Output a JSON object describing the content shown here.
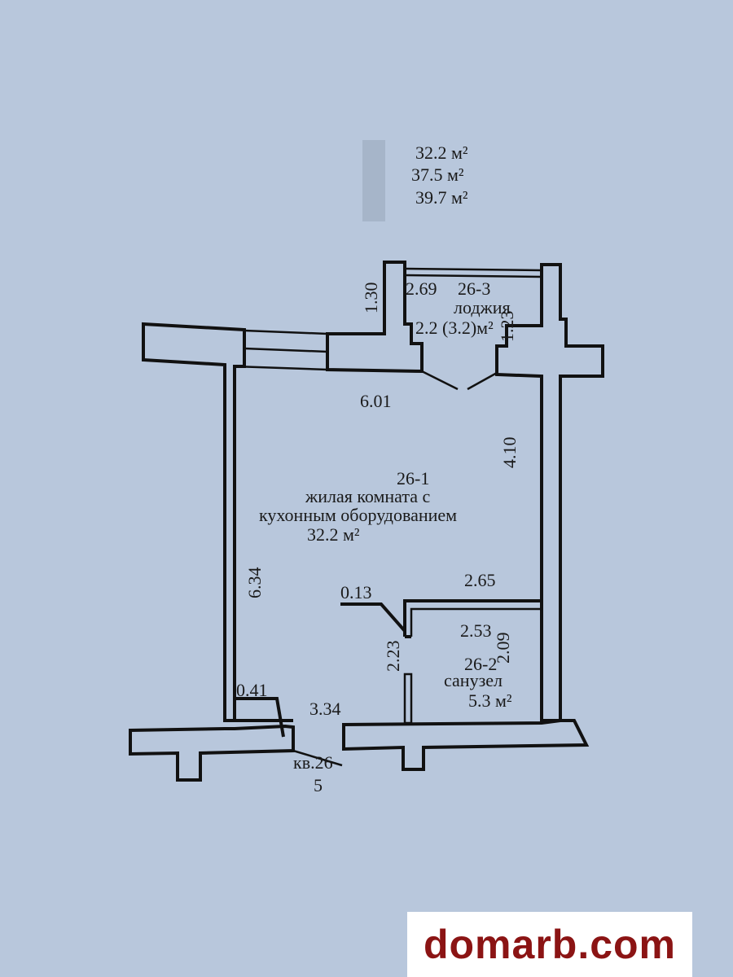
{
  "areas": {
    "living": "32.2 м²",
    "total": "37.5 м²",
    "total_with_loggia": "39.7 м²"
  },
  "loggia": {
    "dim_width": "2.69",
    "id": "26-3",
    "name": "лоджия",
    "area": "2.2 (3.2)м²",
    "dim_left": "1.30",
    "dim_right": "1.23"
  },
  "room": {
    "dim_top": "6.01",
    "dim_right": "4.10",
    "dim_left": "6.34",
    "id": "26-1",
    "name_line1": "жилая комната с",
    "name_line2": "кухонным оборудованием",
    "area": "32.2 м²"
  },
  "bathroom": {
    "dim_top_outer": "2.65",
    "dim_wall": "0.13",
    "dim_top": "2.53",
    "dim_right": "2.09",
    "dim_left": "2.23",
    "id": "26-2",
    "name": "санузел",
    "area": "5.3 м²"
  },
  "entrance": {
    "dim_wall": "0.41",
    "dim_width": "3.34",
    "apartment": "кв.26",
    "floor": "5"
  },
  "watermark": {
    "text": "domarb.com",
    "color": "#8b1414"
  }
}
